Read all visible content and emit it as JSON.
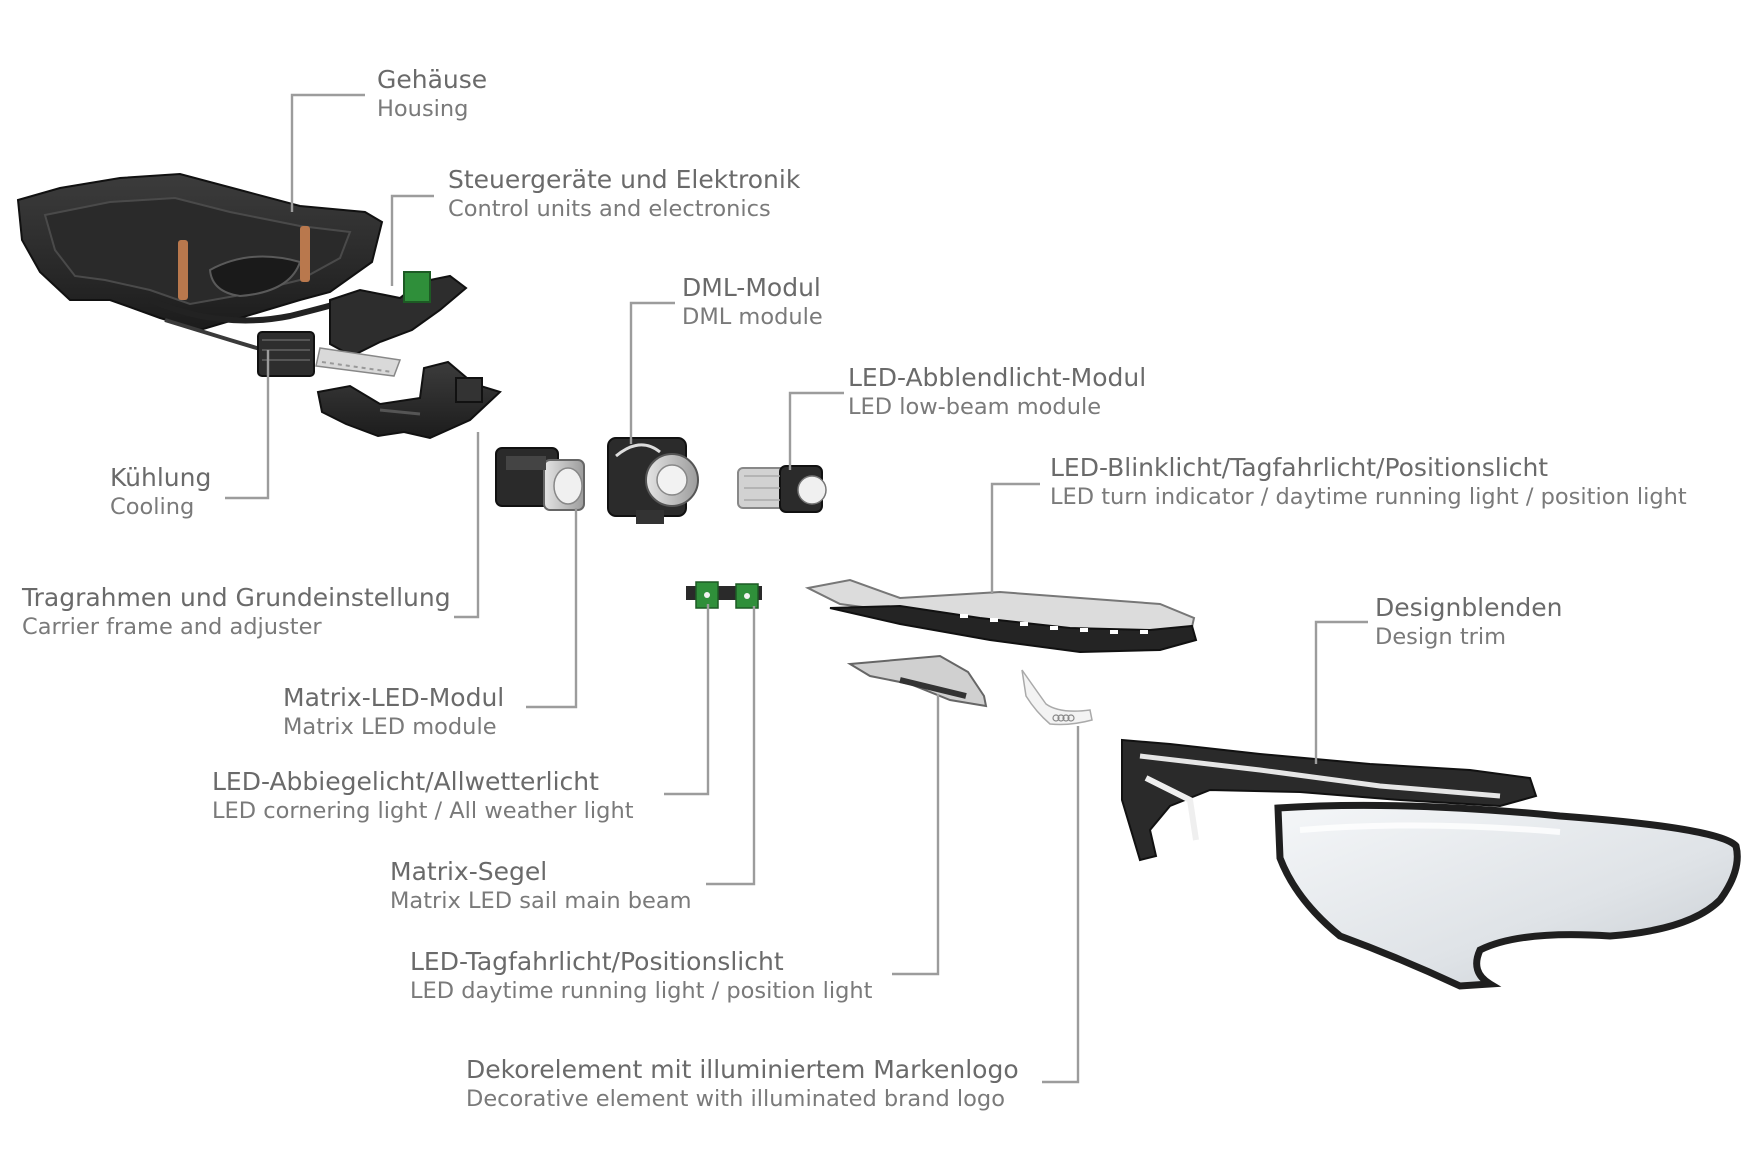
{
  "colors": {
    "text": "#6a6a6a",
    "leader": "#9c9c9c",
    "part_dark": "#2b2b2b",
    "part_mid": "#4a4a4a",
    "metal": "#c9c9c9",
    "pcb_green": "#2f8f3a",
    "copper": "#b9784d"
  },
  "components": [
    {
      "id": "housing",
      "de": "Gehäuse",
      "en": "Housing"
    },
    {
      "id": "control",
      "de": "Steuergeräte und Elektronik",
      "en": "Control units and electronics"
    },
    {
      "id": "dml",
      "de": "DML-Modul",
      "en": "DML module"
    },
    {
      "id": "lowbeam",
      "de": "LED-Abblendlicht-Modul",
      "en": "LED low-beam module"
    },
    {
      "id": "turn",
      "de": "LED-Blinklicht/Tagfahrlicht/Positionslicht",
      "en": "LED turn indicator / daytime running light / position light"
    },
    {
      "id": "cooling",
      "de": "Kühlung",
      "en": "Cooling"
    },
    {
      "id": "carrier",
      "de": "Tragrahmen und Grundeinstellung",
      "en": "Carrier frame and adjuster"
    },
    {
      "id": "designtrim",
      "de": "Designblenden",
      "en": "Design trim"
    },
    {
      "id": "matrixled",
      "de": "Matrix-LED-Modul",
      "en": "Matrix LED module"
    },
    {
      "id": "cornering",
      "de": "LED-Abbiegelicht/Allwetterlicht",
      "en": "LED cornering light / All weather light"
    },
    {
      "id": "sail",
      "de": "Matrix-Segel",
      "en": "Matrix LED sail main beam"
    },
    {
      "id": "drl",
      "de": "LED-Tagfahrlicht/Positionslicht",
      "en": "LED daytime running light / position light"
    },
    {
      "id": "logo",
      "de": "Dekorelement mit illuminiertem Markenlogo",
      "en": "Decorative element with illuminated brand logo"
    }
  ]
}
